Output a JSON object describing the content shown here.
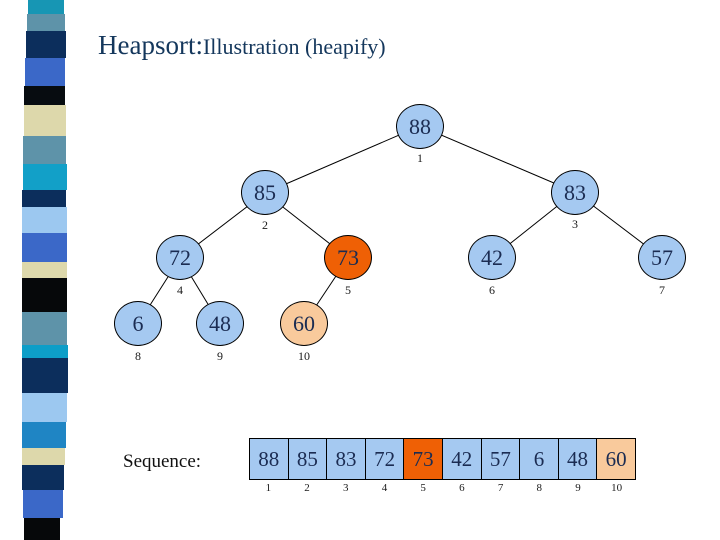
{
  "slide": {
    "title": {
      "lead": "Heapsort:",
      "rest": "Illustration (heapify)"
    }
  },
  "tree": {
    "nodes": [
      {
        "value": "88",
        "index": "1",
        "color": "blue"
      },
      {
        "value": "85",
        "index": "2",
        "color": "blue"
      },
      {
        "value": "83",
        "index": "3",
        "color": "blue"
      },
      {
        "value": "72",
        "index": "4",
        "color": "blue"
      },
      {
        "value": "73",
        "index": "5",
        "color": "orange"
      },
      {
        "value": "42",
        "index": "6",
        "color": "blue"
      },
      {
        "value": "57",
        "index": "7",
        "color": "blue"
      },
      {
        "value": "6",
        "index": "8",
        "color": "blue"
      },
      {
        "value": "48",
        "index": "9",
        "color": "blue"
      },
      {
        "value": "60",
        "index": "10",
        "color": "peach"
      }
    ]
  },
  "sequence": {
    "label": "Sequence:",
    "cells": [
      {
        "value": "88",
        "index": "1",
        "color": "blue"
      },
      {
        "value": "85",
        "index": "2",
        "color": "blue"
      },
      {
        "value": "83",
        "index": "3",
        "color": "blue"
      },
      {
        "value": "72",
        "index": "4",
        "color": "blue"
      },
      {
        "value": "73",
        "index": "5",
        "color": "orange"
      },
      {
        "value": "42",
        "index": "6",
        "color": "blue"
      },
      {
        "value": "57",
        "index": "7",
        "color": "blue"
      },
      {
        "value": "6",
        "index": "8",
        "color": "blue"
      },
      {
        "value": "48",
        "index": "9",
        "color": "blue"
      },
      {
        "value": "60",
        "index": "10",
        "color": "peach"
      }
    ]
  },
  "colors": {
    "title_text": "#14375c",
    "node_value_text": "#1b2c52",
    "node_blue": "#a5c9f1",
    "node_orange": "#ef6005",
    "node_peach": "#f9ca9c",
    "edge": "#000000"
  }
}
